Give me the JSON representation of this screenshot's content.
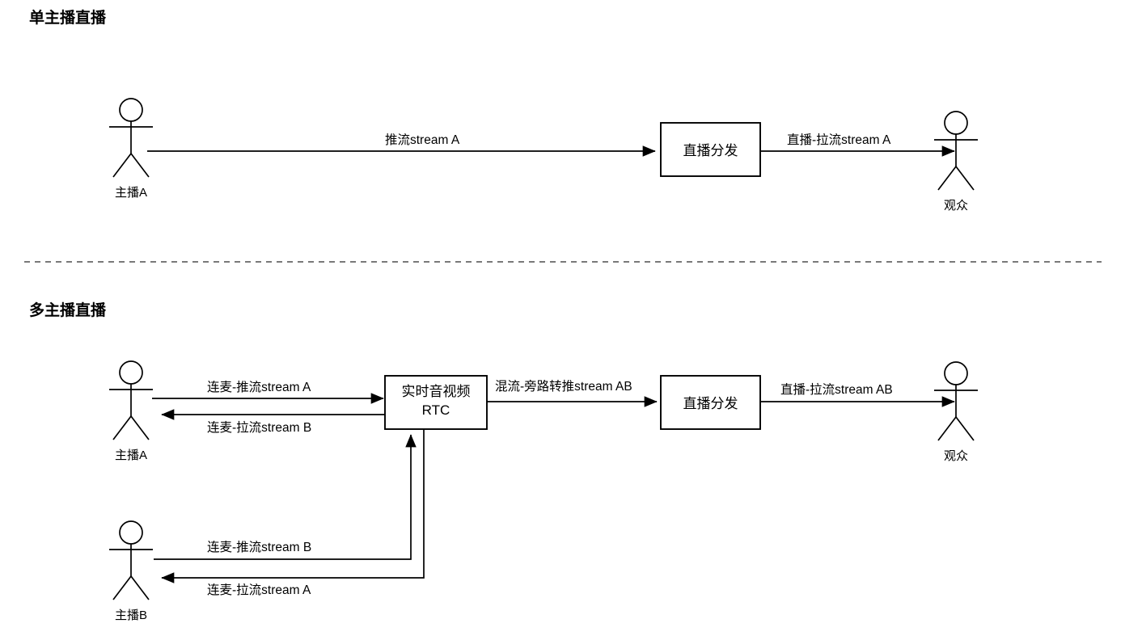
{
  "page": {
    "background": "#ffffff",
    "line_color": "#000000",
    "divider_color": "#4d4d4d"
  },
  "sections": [
    {
      "id": "single-host",
      "title": "单主播直播",
      "actors": [
        {
          "id": "host-a",
          "label": "主播A"
        },
        {
          "id": "viewer",
          "label": "观众"
        }
      ],
      "nodes": [
        {
          "id": "live-distribution",
          "label": "直播分发"
        }
      ],
      "edges": [
        {
          "id": "push-a",
          "label": "推流stream A",
          "from": "host-a",
          "to": "live-distribution",
          "direction": "right"
        },
        {
          "id": "pull-a",
          "label": "直播-拉流stream A",
          "from": "live-distribution",
          "to": "viewer",
          "direction": "right"
        }
      ]
    },
    {
      "id": "multi-host",
      "title": "多主播直播",
      "actors": [
        {
          "id": "host-a2",
          "label": "主播A"
        },
        {
          "id": "host-b",
          "label": "主播B"
        },
        {
          "id": "viewer2",
          "label": "观众"
        }
      ],
      "nodes": [
        {
          "id": "rtc",
          "label_line1": "实时音视频",
          "label_line2": "RTC"
        },
        {
          "id": "live-distribution-2",
          "label": "直播分发"
        }
      ],
      "edges": [
        {
          "id": "linkmic-push-a",
          "label": "连麦-推流stream A",
          "from": "host-a2",
          "to": "rtc",
          "direction": "right"
        },
        {
          "id": "linkmic-pull-b",
          "label": "连麦-拉流stream B",
          "from": "rtc",
          "to": "host-a2",
          "direction": "left"
        },
        {
          "id": "mix-bypass-ab",
          "label": "混流-旁路转推stream AB",
          "from": "rtc",
          "to": "live-distribution-2",
          "direction": "right"
        },
        {
          "id": "live-pull-ab",
          "label": "直播-拉流stream AB",
          "from": "live-distribution-2",
          "to": "viewer2",
          "direction": "right"
        },
        {
          "id": "linkmic-push-b",
          "label": "连麦-推流stream B",
          "from": "host-b",
          "to": "rtc",
          "direction": "up"
        },
        {
          "id": "linkmic-pull-a",
          "label": "连麦-拉流stream A",
          "from": "rtc",
          "to": "host-b",
          "direction": "left"
        }
      ]
    }
  ]
}
